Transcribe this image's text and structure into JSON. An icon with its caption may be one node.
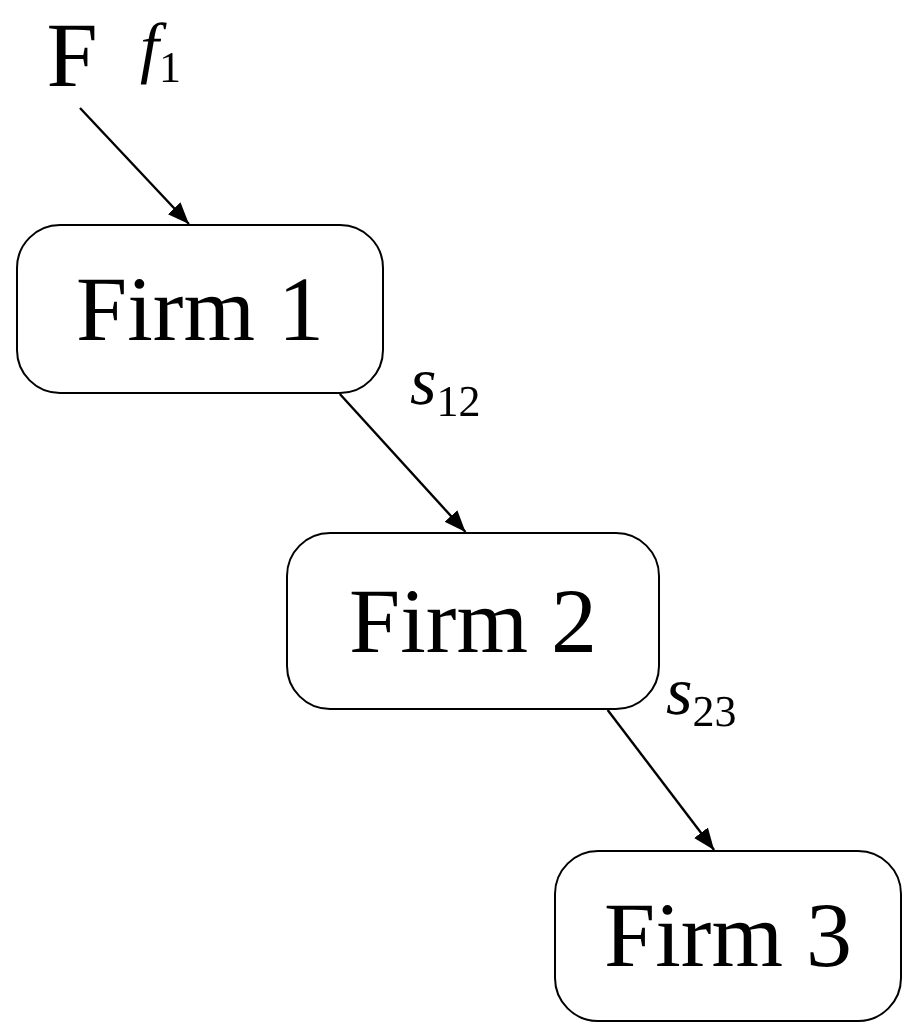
{
  "diagram": {
    "nodes": [
      {
        "text": [
          "F"
        ]
      },
      {
        "text": [
          "Firm 1"
        ]
      },
      {
        "text": [
          "Firm 2"
        ]
      },
      {
        "text": [
          "Firm 3"
        ]
      }
    ],
    "edges": [
      {
        "from": 0,
        "to": 1,
        "arrow": "to",
        "label": "*f*$_{1}$"
      },
      {
        "from": 1,
        "to": 2,
        "arrow": "to",
        "label": "*s*$_{12}$"
      },
      {
        "from": 2,
        "to": 3,
        "arrow": "to",
        "label": "*s*$_{23}$"
      }
    ]
  }
}
